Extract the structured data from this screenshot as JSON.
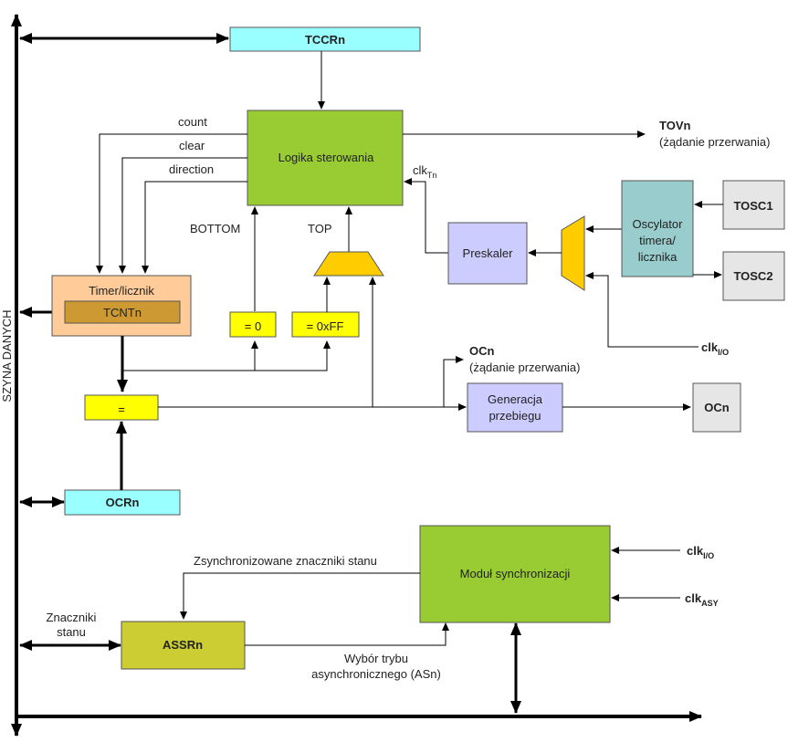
{
  "bus_label": "SZYNA DANYCH",
  "blocks": {
    "tccr": "TCCRn",
    "logic": "Logika sterowania",
    "timer": "Timer/licznik",
    "tcnt": "TCNTn",
    "eq_zero": "= 0",
    "eq_max": "= 0xFF",
    "comparator": "=",
    "ocr": "OCRn",
    "waveform_line1": "Generacja",
    "waveform_line2": "przebiegu",
    "oc_pin": "OCn",
    "prescaler": "Preskaler",
    "osc_line1": "Oscylator",
    "osc_line2": "timera/",
    "osc_line3": "licznika",
    "tosc1": "TOSC1",
    "tosc2": "TOSC2",
    "sync": "Moduł synchronizacji",
    "assr": "ASSRn"
  },
  "labels": {
    "count": "count",
    "clear": "clear",
    "direction": "direction",
    "bottom": "BOTTOM",
    "top": "TOP",
    "tov": "TOVn",
    "tov_irq": "(żądanie przerwania)",
    "clk_tn_main": "clk",
    "clk_tn_sub": "Tn",
    "clk_io_main": "clk",
    "clk_io_sub": "I/O",
    "clk_io2_main": "clk",
    "clk_io2_sub": "I/O",
    "clk_asy_main": "clk",
    "clk_asy_sub": "ASY",
    "ocn": "OCn",
    "ocn_irq": "(żądanie przerwania)",
    "sync_flags": "Zsynchronizowane znaczniki stanu",
    "flags_line1": "Znaczniki",
    "flags_line2": "stanu",
    "async_line1": "Wybór trybu",
    "async_line2": "asynchronicznego (ASn)"
  },
  "colors": {
    "cyan": "#99ffff",
    "green": "#99cc33",
    "orange": "#ffcc99",
    "brown": "#cc9933",
    "yellow": "#ffff00",
    "mux": "#ffcc00",
    "lavender": "#ccccff",
    "grey": "#e6e6e6",
    "teal": "#99cccc",
    "olive": "#cccc33"
  }
}
